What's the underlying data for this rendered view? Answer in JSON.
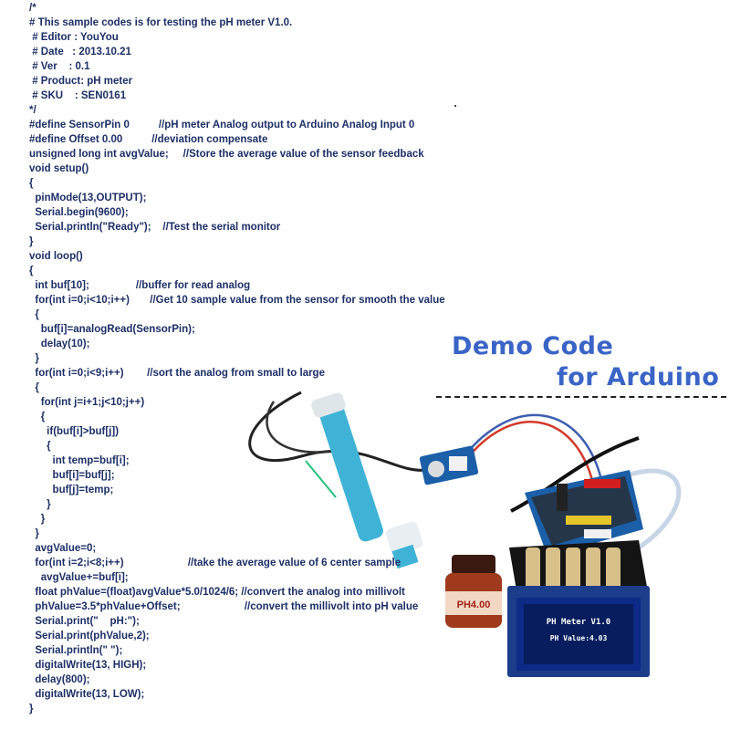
{
  "code_lines": [
    "/*",
    "# This sample codes is for testing the pH meter V1.0.",
    " # Editor : YouYou",
    " # Date   : 2013.10.21",
    " # Ver    : 0.1",
    " # Product: pH meter",
    " # SKU    : SEN0161",
    "*/",
    "#define SensorPin 0          //pH meter Analog output to Arduino Analog Input 0",
    "#define Offset 0.00          //deviation compensate",
    "unsigned long int avgValue;     //Store the average value of the sensor feedback",
    "void setup()",
    "{",
    "  pinMode(13,OUTPUT);",
    "  Serial.begin(9600);",
    "  Serial.println(\"Ready\");    //Test the serial monitor",
    "}",
    "void loop()",
    "{",
    "  int buf[10];                //buffer for read analog",
    "  for(int i=0;i<10;i++)       //Get 10 sample value from the sensor for smooth the value",
    "  {",
    "    buf[i]=analogRead(SensorPin);",
    "    delay(10);",
    "  }",
    "  for(int i=0;i<9;i++)        //sort the analog from small to large",
    "  {",
    "    for(int j=i+1;j<10;j++)",
    "    {",
    "      if(buf[i]>buf[j])",
    "      {",
    "        int temp=buf[i];",
    "        buf[i]=buf[j];",
    "        buf[j]=temp;",
    "      }",
    "    }",
    "  }",
    "  avgValue=0;",
    "  for(int i=2;i<8;i++)                      //take the average value of 6 center sample",
    "    avgValue+=buf[i];",
    "  float phValue=(float)avgValue*5.0/1024/6; //convert the analog into millivolt",
    "  phValue=3.5*phValue+Offset;                      //convert the millivolt into pH value",
    "  Serial.print(\"    pH:\");",
    "  Serial.print(phValue,2);",
    "  Serial.println(\" \");",
    "  digitalWrite(13, HIGH);",
    "  delay(800);",
    "  digitalWrite(13, LOW);",
    "}"
  ],
  "headline": {
    "line1": "Demo Code",
    "line2": "for Arduino"
  },
  "lcd": {
    "title": "PH Meter V1.0",
    "reading": "PH Value:4.03"
  },
  "bottle_label": "PH4.00",
  "colors": {
    "code_text": "#1d2f66",
    "headline": "#3a64c6",
    "lcd_screen": "#0c2a86",
    "board_blue": "#1b5fa8",
    "probe_blue": "#3fb3d6"
  }
}
